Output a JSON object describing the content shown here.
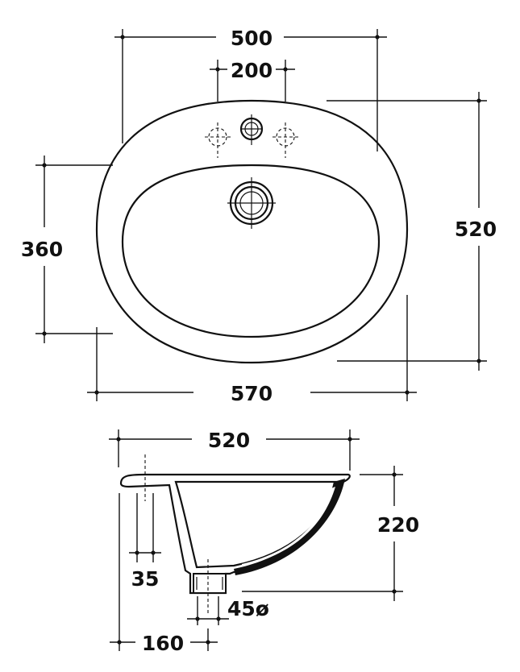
{
  "top_view": {
    "overall_width": "500",
    "tap_hole_spacing": "200",
    "overall_depth": "520",
    "bowl_depth": "360",
    "outer_width": "570"
  },
  "side_view": {
    "length": "520",
    "height": "220",
    "rim_to_hole": "35",
    "waste_diameter": "45ø",
    "waste_offset": "160"
  }
}
